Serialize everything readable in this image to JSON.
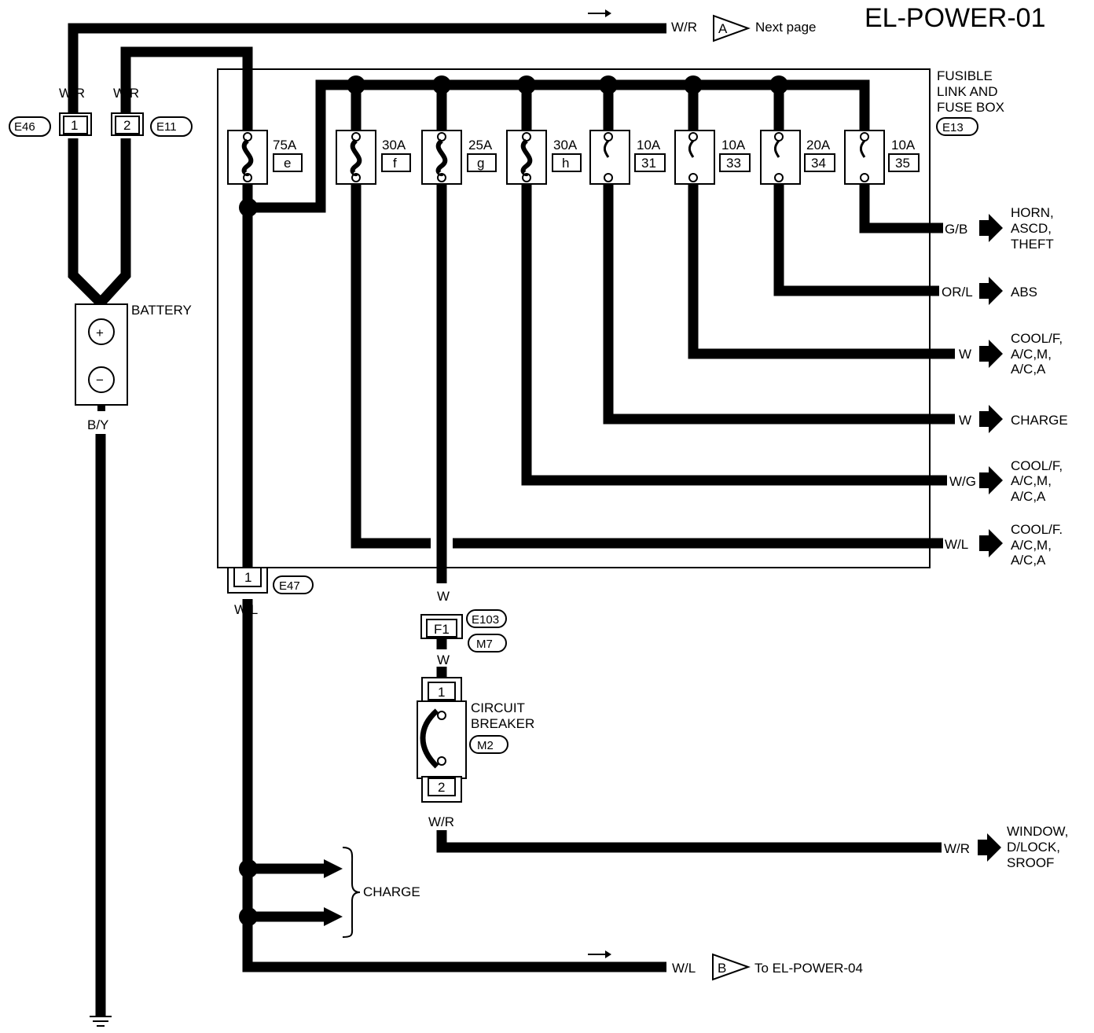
{
  "title": "EL-POWER-01",
  "fuse_box": {
    "label_lines": [
      "FUSIBLE",
      "LINK AND",
      "FUSE BOX"
    ],
    "connector": "E13"
  },
  "fuses": [
    {
      "rating": "75A",
      "id": "e"
    },
    {
      "rating": "30A",
      "id": "f"
    },
    {
      "rating": "25A",
      "id": "g"
    },
    {
      "rating": "30A",
      "id": "h"
    },
    {
      "rating": "10A",
      "id": "31"
    },
    {
      "rating": "10A",
      "id": "33"
    },
    {
      "rating": "20A",
      "id": "34"
    },
    {
      "rating": "10A",
      "id": "35"
    }
  ],
  "battery": {
    "label": "BATTERY",
    "plus": "+",
    "minus": "−",
    "ground_wire": "B/Y",
    "wires": [
      "W/R",
      "W/R"
    ],
    "connectors": [
      {
        "pin": "1",
        "id": "E46"
      },
      {
        "pin": "2",
        "id": "E11"
      }
    ]
  },
  "next_page": {
    "wire": "W/R",
    "marker": "A",
    "text": "Next page"
  },
  "outputs": [
    {
      "wire": "G/B",
      "lines": [
        "HORN,",
        "ASCD,",
        "THEFT"
      ]
    },
    {
      "wire": "OR/L",
      "lines": [
        "ABS"
      ]
    },
    {
      "wire": "W",
      "lines": [
        "COOL/F,",
        "A/C,M,",
        "A/C,A"
      ]
    },
    {
      "wire": "W",
      "lines": [
        "CHARGE"
      ]
    },
    {
      "wire": "W/G",
      "lines": [
        "COOL/F,",
        "A/C,M,",
        "A/C,A"
      ]
    },
    {
      "wire": "W/L",
      "lines": [
        "COOL/F.",
        "A/C,M,",
        "A/C,A"
      ]
    }
  ],
  "e47": {
    "pin": "1",
    "id": "E47",
    "wire": "W/L"
  },
  "circuit_breaker": {
    "wire_in": "W",
    "conn_pin": "F1",
    "conn_ids": [
      "E103",
      "M7"
    ],
    "wire_mid": "W",
    "pin_top": "1",
    "pin_bottom": "2",
    "label_lines": [
      "CIRCUIT",
      "BREAKER"
    ],
    "id": "M2",
    "wire_out": "W/R"
  },
  "window": {
    "wire": "W/R",
    "lines": [
      "WINDOW,",
      "D/LOCK,",
      "SROOF"
    ]
  },
  "charge_label": "CHARGE",
  "to_power04": {
    "wire": "W/L",
    "marker": "B",
    "text": "To EL-POWER-04"
  }
}
